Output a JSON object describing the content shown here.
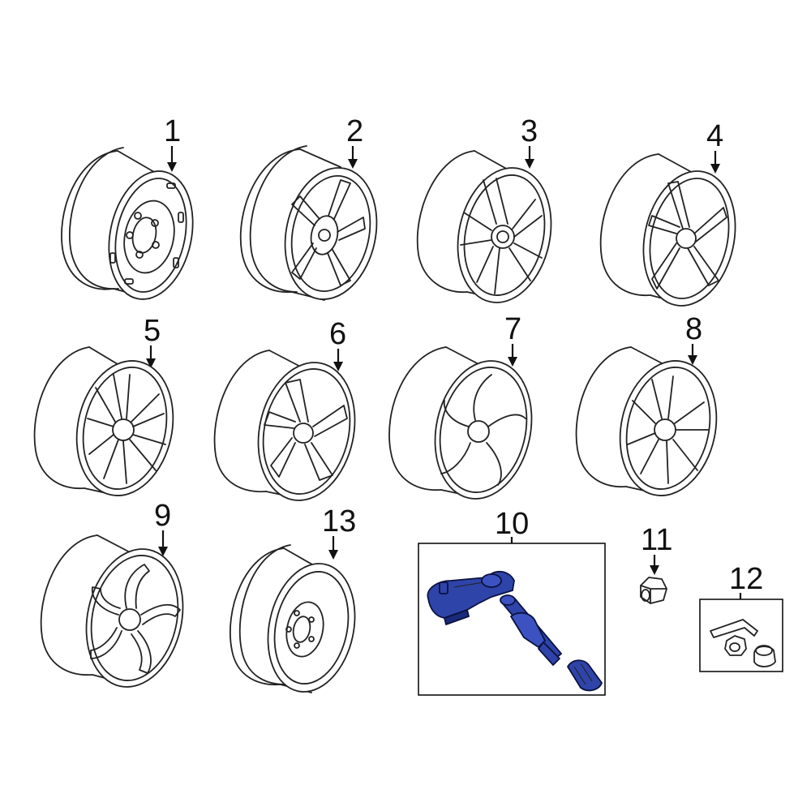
{
  "callouts": {
    "c1": "1",
    "c2": "2",
    "c3": "3",
    "c4": "4",
    "c5": "5",
    "c6": "6",
    "c7": "7",
    "c8": "8",
    "c9": "9",
    "c13": "13",
    "c10": "10",
    "c11": "11",
    "c12": "12"
  },
  "icons": {
    "steel_wheel": "steel-wheel-icon",
    "alloy_wheel": "alloy-wheel-icon",
    "tpms_sensor": "tpms-sensor-icon",
    "lug_nut": "lug-nut-icon",
    "lock_kit": "wheel-lock-kit-icon"
  },
  "colors": {
    "line": "#222222",
    "highlight": "#2f44a8",
    "highlight_dark": "#1a2a7a",
    "background": "#ffffff"
  }
}
